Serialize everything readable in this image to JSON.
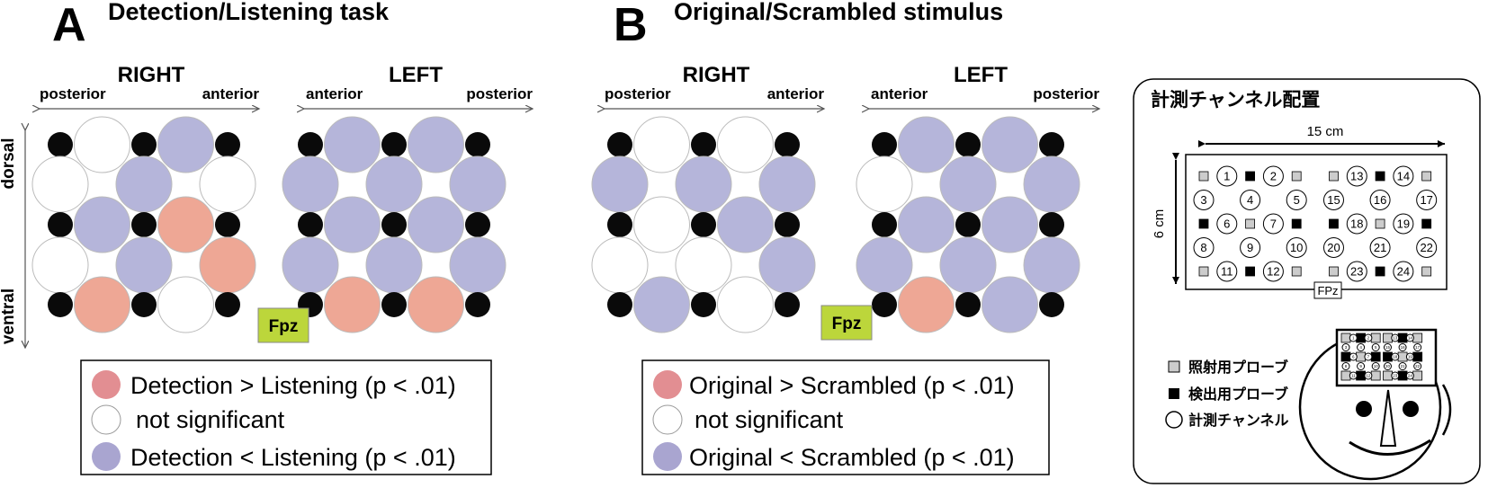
{
  "panel_a": {
    "letter": "A",
    "title": "Detection/Listening task",
    "right_label": "RIGHT",
    "left_label": "LEFT",
    "right_posterior": "posterior",
    "right_anterior": "anterior",
    "left_anterior": "anterior",
    "left_posterior": "posterior",
    "dorsal": "dorsal",
    "ventral": "ventral",
    "fpz": "Fpz",
    "right_channels": [
      "n",
      "b",
      "n",
      "b",
      "n",
      "b",
      "r",
      "n",
      "b",
      "r",
      "r",
      "n",
      "b",
      "r",
      "b",
      "n"
    ],
    "left_channels": [
      "b",
      "b",
      "b",
      "b",
      "b",
      "b",
      "b",
      "b",
      "b",
      "b",
      "r",
      "r",
      "b",
      "b",
      "n",
      "b"
    ],
    "legend": [
      "Detection > Listening (p < .01)",
      "not significant",
      "Detection < Listening (p < .01)"
    ]
  },
  "panel_b": {
    "letter": "B",
    "title": "Original/Scrambled stimulus",
    "right_label": "RIGHT",
    "left_label": "LEFT",
    "right_posterior": "posterior",
    "right_anterior": "anterior",
    "left_anterior": "anterior",
    "left_posterior": "posterior",
    "fpz": "Fpz",
    "right_channels": [
      "n",
      "n",
      "b",
      "b",
      "b",
      "n",
      "b",
      "n",
      "n",
      "b",
      "b",
      "n",
      "b",
      "n",
      "n",
      "b"
    ],
    "left_channels": [
      "b",
      "b",
      "n",
      "b",
      "b",
      "b",
      "b",
      "b",
      "b",
      "b",
      "r",
      "b",
      "n",
      "b",
      "b",
      "n"
    ],
    "legend": [
      "Original > Scrambled (p < .01)",
      "not significant",
      "Original < Scrambled (p < .01)"
    ]
  },
  "layout_box": {
    "title": "計測チャンネル配置",
    "width_label": "15 cm",
    "height_label": "6 cm",
    "fpz": "FPz",
    "channels": [
      "1",
      "2",
      "3",
      "4",
      "5",
      "6",
      "7",
      "8",
      "9",
      "10",
      "11",
      "12",
      "13",
      "14",
      "15",
      "16",
      "17",
      "18",
      "19",
      "20",
      "21",
      "22",
      "23",
      "24"
    ],
    "legend": [
      "照射用プローブ",
      "検出用プローブ",
      "計測チャンネル"
    ]
  },
  "colors": {
    "red": "#eea795",
    "blue": "#b5b5da",
    "white": "#ffffff",
    "black": "#0a0a0a",
    "fpz_green": "#bcd63b",
    "legend_red": "#e28e92",
    "legend_blue": "#a9a5d0"
  }
}
